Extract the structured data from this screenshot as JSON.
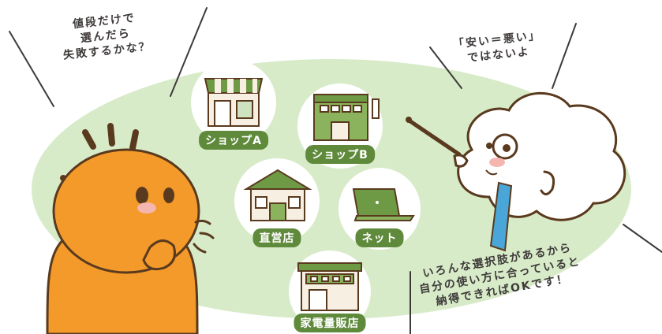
{
  "speech": {
    "left_bubble": "値段だけで\n選んだら\n失敗するかな？",
    "right_bubble": "「安い＝悪い」\nではないよ",
    "bottom_caption": "いろんな選択肢があるから\n自分の使い方に合っていると\n納得できればOKです！"
  },
  "stores": [
    {
      "id": "shop-a",
      "label": "ショップA"
    },
    {
      "id": "shop-b",
      "label": "ショップB"
    },
    {
      "id": "direct",
      "label": "直営店"
    },
    {
      "id": "net",
      "label": "ネット"
    },
    {
      "id": "electronics",
      "label": "家電量販店"
    }
  ],
  "colors": {
    "background_blob": "#d8ebc9",
    "store_label_bg": "#5f8a3c",
    "orange_character": "#f39a2a",
    "cloud_character": "#ffffff",
    "tie": "#4aa6d8",
    "outline": "#5a3a1e"
  }
}
